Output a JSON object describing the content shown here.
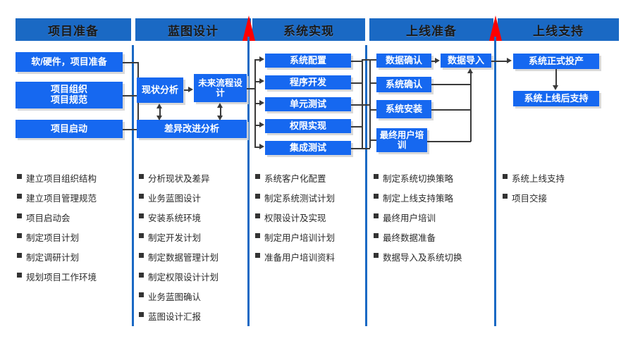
{
  "theme": {
    "header_blue": "#1a69c4",
    "box_blue": "#1668f0",
    "divider_blue": "#1a69c4",
    "milestone_red": "#fe0000",
    "connector_grey": "#3a3a3a",
    "bullet_text": "#2a2a2a"
  },
  "phases": [
    {
      "id": "prep",
      "title": "项目准备"
    },
    {
      "id": "blueprint",
      "title": "蓝图设计"
    },
    {
      "id": "realize",
      "title": "系统实现"
    },
    {
      "id": "golive-prep",
      "title": "上线准备"
    },
    {
      "id": "golive-support",
      "title": "上线支持"
    }
  ],
  "milestones": [
    {
      "id": "milestone-1",
      "after_phase": "蓝图设计"
    },
    {
      "id": "milestone-2",
      "after_phase": "上线准备"
    }
  ],
  "boxes": {
    "prep": [
      {
        "id": "hw-sw-prep",
        "label": "软/硬件，项目准备"
      },
      {
        "id": "org-norm",
        "label": "项目组织\n项目规范"
      },
      {
        "id": "kickoff",
        "label": "项目启动"
      }
    ],
    "blueprint": [
      {
        "id": "as-is",
        "label": "现状分析"
      },
      {
        "id": "to-be",
        "label": "未来流程设计"
      },
      {
        "id": "gap",
        "label": "差异改进分析"
      }
    ],
    "realize": [
      {
        "id": "sys-config",
        "label": "系统配置"
      },
      {
        "id": "dev",
        "label": "程序开发"
      },
      {
        "id": "unit-test",
        "label": "单元测试"
      },
      {
        "id": "auth-impl",
        "label": "权限实现"
      },
      {
        "id": "integration-test",
        "label": "集成测试"
      }
    ],
    "golive_prep": [
      {
        "id": "data-confirm",
        "label": "数据确认"
      },
      {
        "id": "data-import",
        "label": "数据导入"
      },
      {
        "id": "sys-confirm",
        "label": "系统确认"
      },
      {
        "id": "sys-install",
        "label": "系统安装"
      },
      {
        "id": "enduser-train",
        "label": "最终用户培训"
      }
    ],
    "golive_support": [
      {
        "id": "go-production",
        "label": "系统正式投产"
      },
      {
        "id": "post-support",
        "label": "系统上线后支持"
      }
    ]
  },
  "deliverables": {
    "prep": [
      "建立项目组织结构",
      "建立项目管理规范",
      "项目启动会",
      "制定项目计划",
      "制定调研计划",
      "规划项目工作环境"
    ],
    "blueprint": [
      "分析现状及差异",
      "业务蓝图设计",
      "安装系统环境",
      "制定开发计划",
      "制定数据管理计划",
      "制定权限设计计划",
      "业务蓝图确认",
      "蓝图设计汇报"
    ],
    "realize": [
      "系统客户化配置",
      "制定系统测试计划",
      "权限设计及实现",
      "制定用户培训计划",
      "准备用户培训资料"
    ],
    "golive_prep": [
      "制定系统切换策略",
      "制定上线支持策略",
      "最终用户培训",
      "最终数据准备",
      "数据导入及系统切换"
    ],
    "golive_support": [
      "系统上线支持",
      "项目交接"
    ]
  }
}
